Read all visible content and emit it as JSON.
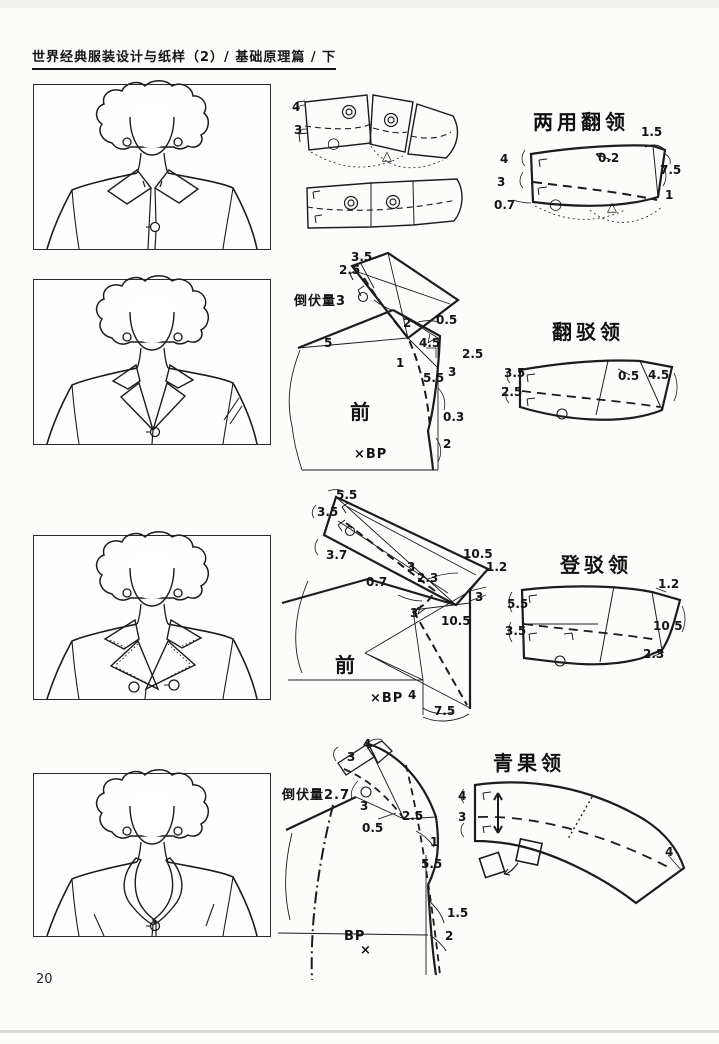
{
  "page": {
    "header": "世界经典服装设计与纸样（2）/ 基础原理篇 / 下",
    "page_number": "20"
  },
  "markers": {
    "circle": "○",
    "triangle": "△"
  },
  "sections": [
    {
      "title": "两用翻领",
      "mid_labels": [
        "4",
        "3"
      ],
      "right_labels": [
        "1.5",
        "0.2",
        "4",
        "3",
        "7.5",
        "1",
        "0.7"
      ]
    },
    {
      "title": "翻驳领",
      "mid_labels": [
        "3.5",
        "2.5",
        "倒伏量3",
        "2",
        "0.5",
        "5",
        "4.5",
        "2.5",
        "1",
        "3",
        "5.5",
        "0.3",
        "前",
        "×BP",
        "2"
      ],
      "right_labels": [
        "3.5",
        "2.5",
        "0.5",
        "4.5"
      ]
    },
    {
      "title": "登驳领",
      "mid_labels": [
        "5.5",
        "3.5",
        "3.7",
        "3",
        "10.5",
        "1.2",
        "2.3",
        "0.7",
        "3",
        "3",
        "10.5",
        "前",
        "×BP",
        "4",
        "7.5"
      ],
      "right_labels": [
        "5.5",
        "3.5",
        "1.2",
        "10.5",
        "2.3"
      ]
    },
    {
      "title": "青果领",
      "mid_labels": [
        "4",
        "3",
        "倒伏量2.7",
        "3",
        "2.5",
        "0.5",
        "1",
        "5.5",
        "1.5",
        "2",
        "BP",
        "×"
      ],
      "right_labels": [
        "4",
        "3",
        "4"
      ]
    }
  ]
}
